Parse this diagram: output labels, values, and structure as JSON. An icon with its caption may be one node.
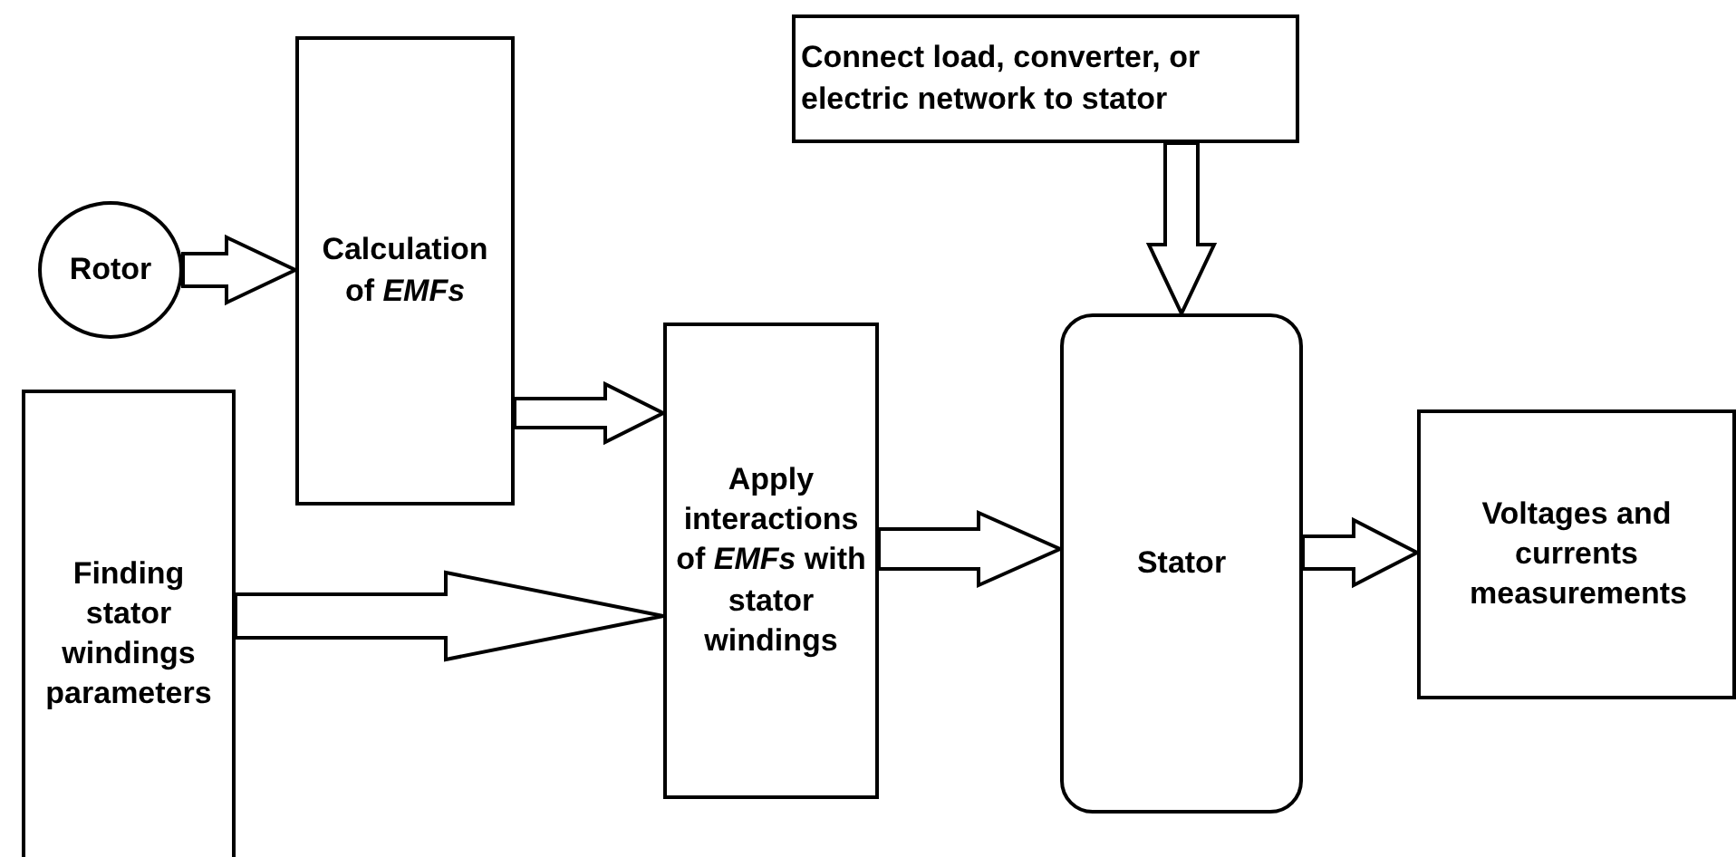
{
  "diagram": {
    "nodes": [
      {
        "text": [
          "Rotor"
        ]
      },
      {
        "text": [
          "Calculation of *EMFs*"
        ]
      },
      {
        "text": [
          "Finding stator windings parameters"
        ]
      },
      {
        "text": [
          "Apply interactions of *EMFs* with stator windings"
        ]
      },
      {
        "text": [
          "Connect load, converter, or electric network to stator"
        ]
      },
      {
        "text": [
          "Stator"
        ]
      },
      {
        "text": [
          "Voltages and currents measurements"
        ]
      }
    ],
    "edges": [
      {
        "from": 0,
        "to": 1,
        "arrow": "to"
      },
      {
        "from": 1,
        "to": 3,
        "arrow": "to"
      },
      {
        "from": 2,
        "to": 3,
        "arrow": "to"
      },
      {
        "from": 3,
        "to": 5,
        "arrow": "to"
      },
      {
        "from": 4,
        "to": 5,
        "arrow": "to"
      },
      {
        "from": 5,
        "to": 6,
        "arrow": "to"
      }
    ]
  }
}
